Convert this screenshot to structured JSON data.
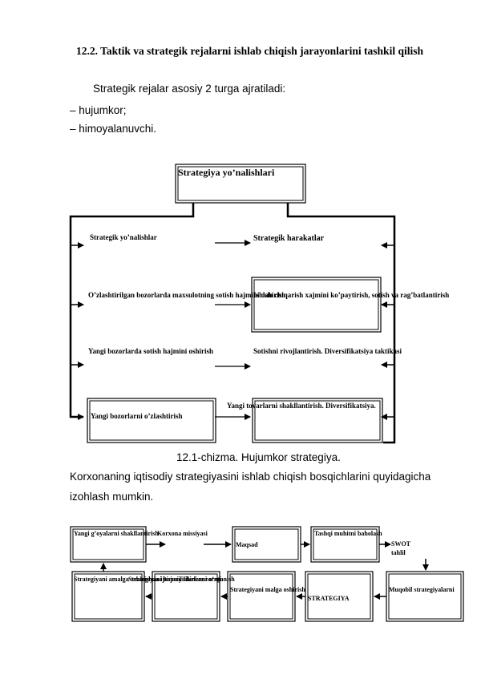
{
  "heading": "12.2. Taktik va strategik rejalarni ishlab chiqish jarayonlarini tashkil qilish",
  "intro": "Strategik rejalar asosiy 2 turga ajratiladi:",
  "list": [
    "– hujumkor;",
    "– himoyalanuvchi."
  ],
  "diagram1": {
    "top_box": "Strategiya yo’nalishlari",
    "left_header": "Strategik yo’nalishlar",
    "right_header": "Strategik harakatlar",
    "row1_left": "O’zlashtirilgan bozorlarda maxsulotning sotish hajmini oshirish",
    "row1_right": "Ishlab chiqarish xajmini ko’paytirish, sotish va rag’batlantirish",
    "row2_left": "Yangi bozorlarda sotish hajmini oshirish",
    "row2_right": "Sotishni rivojlantirish. Diversifikatsiya taktikasi",
    "row3_left": "Yangi bozorlarni o’zlashtirish",
    "row3_right": "Yangi tovarlarni shakllantirish. Diversifikatsiya."
  },
  "caption1": "12.1-chizma. Hujumkor strategiya.",
  "para1": "Korxonaning iqtisodiy strategiyasini ishlab chiqish bosqichlarini quyidagicha",
  "para2": "izohlash mumkin.",
  "diagram2": {
    "b1": "Yangi g’oyalarni shakllantirish",
    "b2": "Korxona missiyasi",
    "b3": "Maqsad",
    "b4": "Tashqi muhitni baholash",
    "swot1": "SWOT",
    "swot2": "tahlil",
    "b5": "Strategiyani amalga oshirishda ijtimoiy fikrlarni o’rganish",
    "b6": "Strategiyani bajarilishini nazorati",
    "b7": "Strategiyani malga oshirish",
    "b7b": "STRATEGIYA",
    "b8": "Muqobil strategiyalarni"
  }
}
